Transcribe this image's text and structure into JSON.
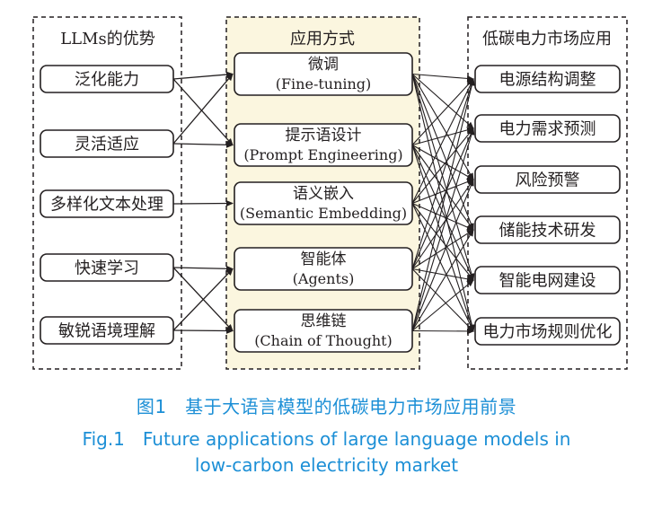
{
  "groups": {
    "advantages": {
      "title": "LLMs的优势"
    },
    "methods": {
      "title": "应用方式"
    },
    "applications": {
      "title": "低碳电力市场应用"
    }
  },
  "advantages": [
    "泛化能力",
    "灵活适应",
    "多样化文本处理",
    "快速学习",
    "敏锐语境理解"
  ],
  "methods": [
    {
      "cn": "微调",
      "en": "(Fine-tuning)"
    },
    {
      "cn": "提示语设计",
      "en": "(Prompt Engineering)"
    },
    {
      "cn": "语义嵌入",
      "en": "(Semantic Embedding)"
    },
    {
      "cn": "智能体",
      "en": "(Agents)"
    },
    {
      "cn": "思维链",
      "en": "(Chain of Thought)"
    }
  ],
  "applications": [
    "电源结构调整",
    "电力需求预测",
    "风险预警",
    "储能技术研发",
    "智能电网建设",
    "电力市场规则优化"
  ],
  "connections": {
    "advantage_to_method": [
      [
        0,
        0
      ],
      [
        0,
        1
      ],
      [
        1,
        0
      ],
      [
        1,
        1
      ],
      [
        2,
        2
      ],
      [
        3,
        3
      ],
      [
        3,
        4
      ],
      [
        4,
        3
      ],
      [
        4,
        4
      ]
    ],
    "method_to_application": "all"
  },
  "colors": {
    "method_panel_bg": "#fbf6df",
    "caption": "#1c8fd6",
    "line": "#231f20"
  },
  "caption": {
    "cn": "图1　基于大语言模型的低碳电力市场应用前景",
    "en_line1": "Fig.1　Future applications of large language models in",
    "en_line2": "low-carbon electricity market"
  }
}
